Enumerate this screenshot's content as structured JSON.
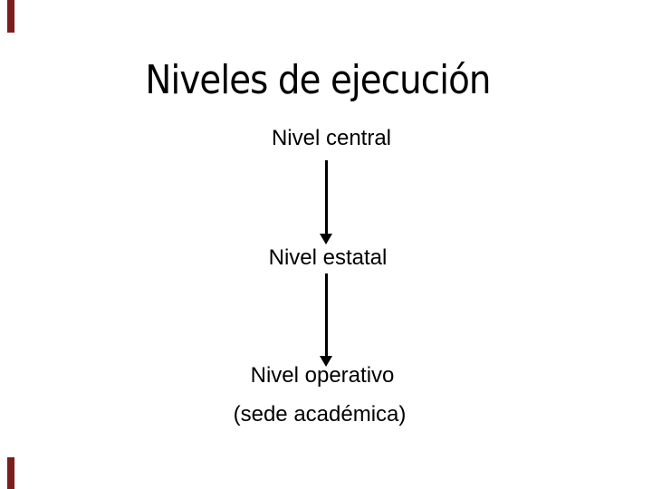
{
  "slide": {
    "title": "Niveles de ejecución",
    "diagram": {
      "nodes": [
        {
          "label": "Nivel central"
        },
        {
          "label": "Nivel estatal"
        },
        {
          "label": "Nivel operativo",
          "sublabel": "(sede académica)"
        }
      ],
      "connectors": [
        {
          "from": "Nivel central",
          "to": "Nivel estatal",
          "type": "down-arrow"
        },
        {
          "from": "Nivel estatal",
          "to": "Nivel operativo",
          "type": "down-arrow"
        }
      ]
    },
    "colors": {
      "background": "#ffffff",
      "text": "#000000",
      "arrow": "#000000",
      "edge_accent": "#7b1d1d"
    }
  }
}
